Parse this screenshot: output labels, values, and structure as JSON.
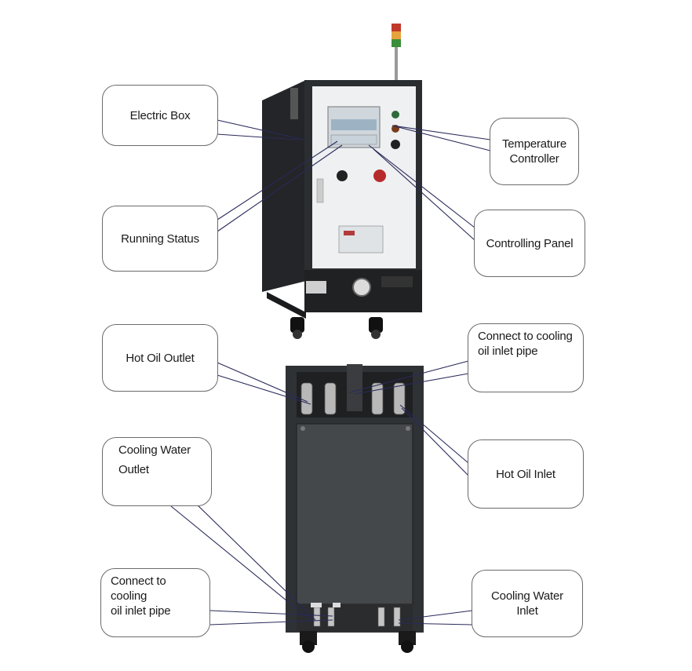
{
  "callouts": {
    "electric_box": "Electric Box",
    "temperature_controller": [
      "Temperature",
      "Controller"
    ],
    "running_status": "Running Status",
    "controlling_panel": "Controlling Panel",
    "hot_oil_outlet": "Hot Oil Outlet",
    "connect_cooling_top": [
      "Connect to cooling",
      "oil inlet pipe"
    ],
    "cooling_water_outlet": [
      "Cooling Water",
      "Outlet"
    ],
    "hot_oil_inlet": "Hot Oil Inlet",
    "connect_cooling_bottom": [
      "Connect to cooling",
      "oil inlet pipe"
    ],
    "cooling_water_inlet": "Cooling Water Inlet"
  },
  "colors": {
    "cabinet": "#2b2e31",
    "cabinet_dark": "#1b1d1f",
    "front_panel": "#eef0f1",
    "leader_line": "#2a2a5a",
    "callout_border": "#6b6b6b"
  }
}
